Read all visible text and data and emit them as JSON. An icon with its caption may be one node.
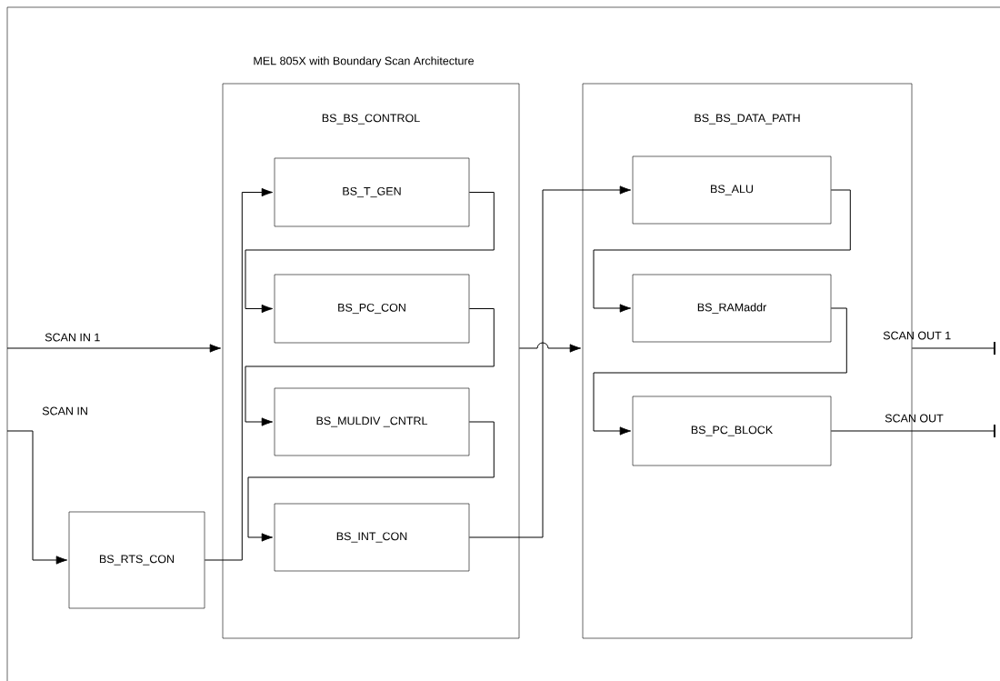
{
  "diagram": {
    "nodes": [
      {
        "text": [
          "BS_BS_CONTROL"
        ]
      },
      {
        "text": [
          "BS_T_GEN"
        ],
        "in": 0
      },
      {
        "text": [
          "BS_PC_CON"
        ],
        "in": 0
      },
      {
        "text": [
          "BS_MULDIV _CNTRL"
        ],
        "in": 0
      },
      {
        "text": [
          "BS_INT_CON"
        ],
        "in": 0
      },
      {
        "text": [
          "BS_BS_DATA_PATH"
        ]
      },
      {
        "text": [
          "BS_ALU"
        ],
        "in": 5
      },
      {
        "text": [
          "BS_RAMaddr"
        ],
        "in": 5
      },
      {
        "text": [
          "BS_PC_BLOCK"
        ],
        "in": 5
      },
      {
        "text": [
          "BS_RTS_CON"
        ]
      }
    ],
    "edges": [
      {
        "from": null,
        "to": 0,
        "arrow": "to",
        "label": "SCAN IN 1"
      },
      {
        "from": null,
        "to": 9,
        "arrow": "to",
        "label": "SCAN IN"
      },
      {
        "from": 9,
        "to": 1,
        "arrow": "to"
      },
      {
        "from": 1,
        "to": 2,
        "arrow": "to"
      },
      {
        "from": 2,
        "to": 3,
        "arrow": "to"
      },
      {
        "from": 3,
        "to": 4,
        "arrow": "to"
      },
      {
        "from": 4,
        "to": 6,
        "arrow": "to"
      },
      {
        "from": 0,
        "to": 5,
        "arrow": "to"
      },
      {
        "from": 6,
        "to": 7,
        "arrow": "to"
      },
      {
        "from": 7,
        "to": 8,
        "arrow": "to"
      },
      {
        "from": 5,
        "to": null,
        "arrow": "none",
        "label": "SCAN OUT 1"
      },
      {
        "from": 8,
        "to": null,
        "arrow": "none",
        "label": "SCAN OUT"
      }
    ],
    "labels": [
      "MEL 805X with Boundary Scan Architecture"
    ]
  }
}
